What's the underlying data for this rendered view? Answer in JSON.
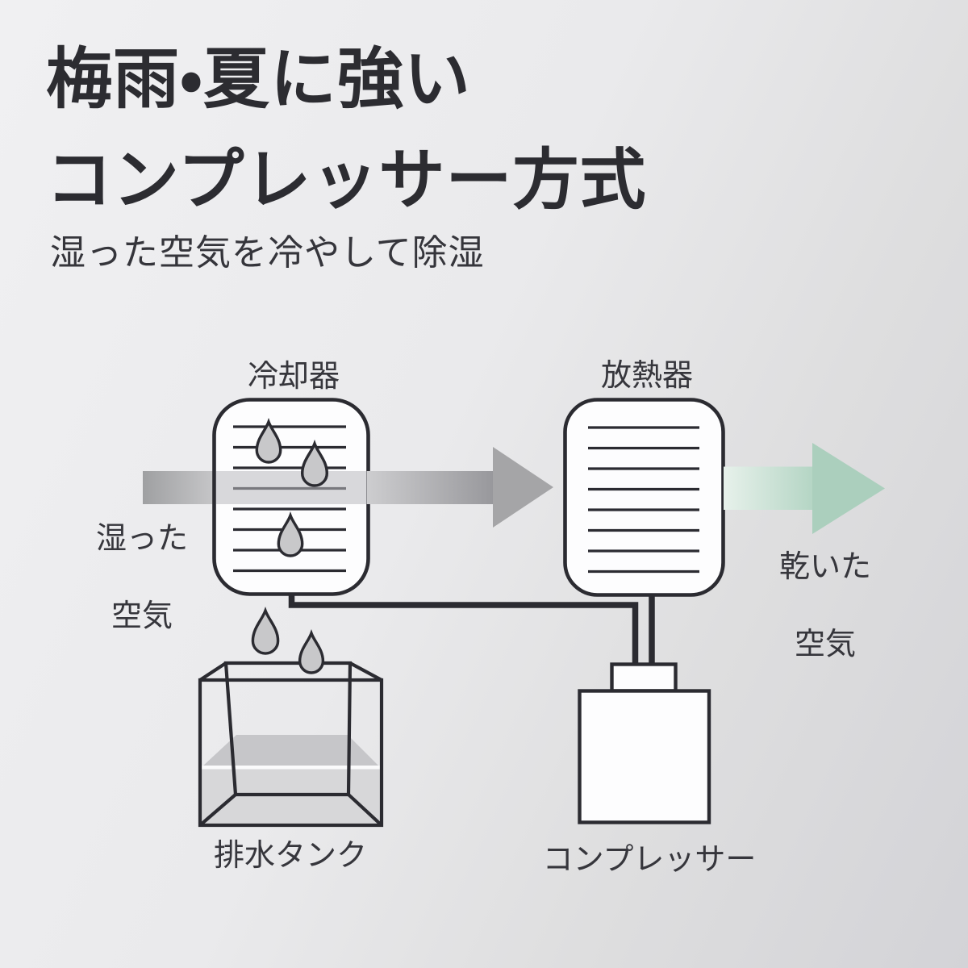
{
  "header": {
    "title_line1": "梅雨・夏に強い",
    "title_line2": "コンプレッサー方式",
    "subtitle": "湿った空気を冷やして除湿"
  },
  "diagram": {
    "cooler_label": "冷却器",
    "radiator_label": "放熱器",
    "moist_air_label_line1": "湿った",
    "moist_air_label_line2": "空気",
    "dry_air_label_line1": "乾いた",
    "dry_air_label_line2": "空気",
    "drain_tank_label": "排水タンク",
    "compressor_label": "コンプレッサー"
  },
  "colors": {
    "background_light": "#f0f0f2",
    "background_dark": "#d3d3d7",
    "outline_ink": "#2b2b31",
    "title_text": "#2c2c31",
    "label_text": "#36363c",
    "moist_arrow_gray": "#a5a5a7",
    "dry_arrow_teal": "#abcfbd",
    "droplet_fill": "#c8c8ca",
    "water_surface": "#c6c6c9",
    "water_body": "#d7d7d9"
  }
}
